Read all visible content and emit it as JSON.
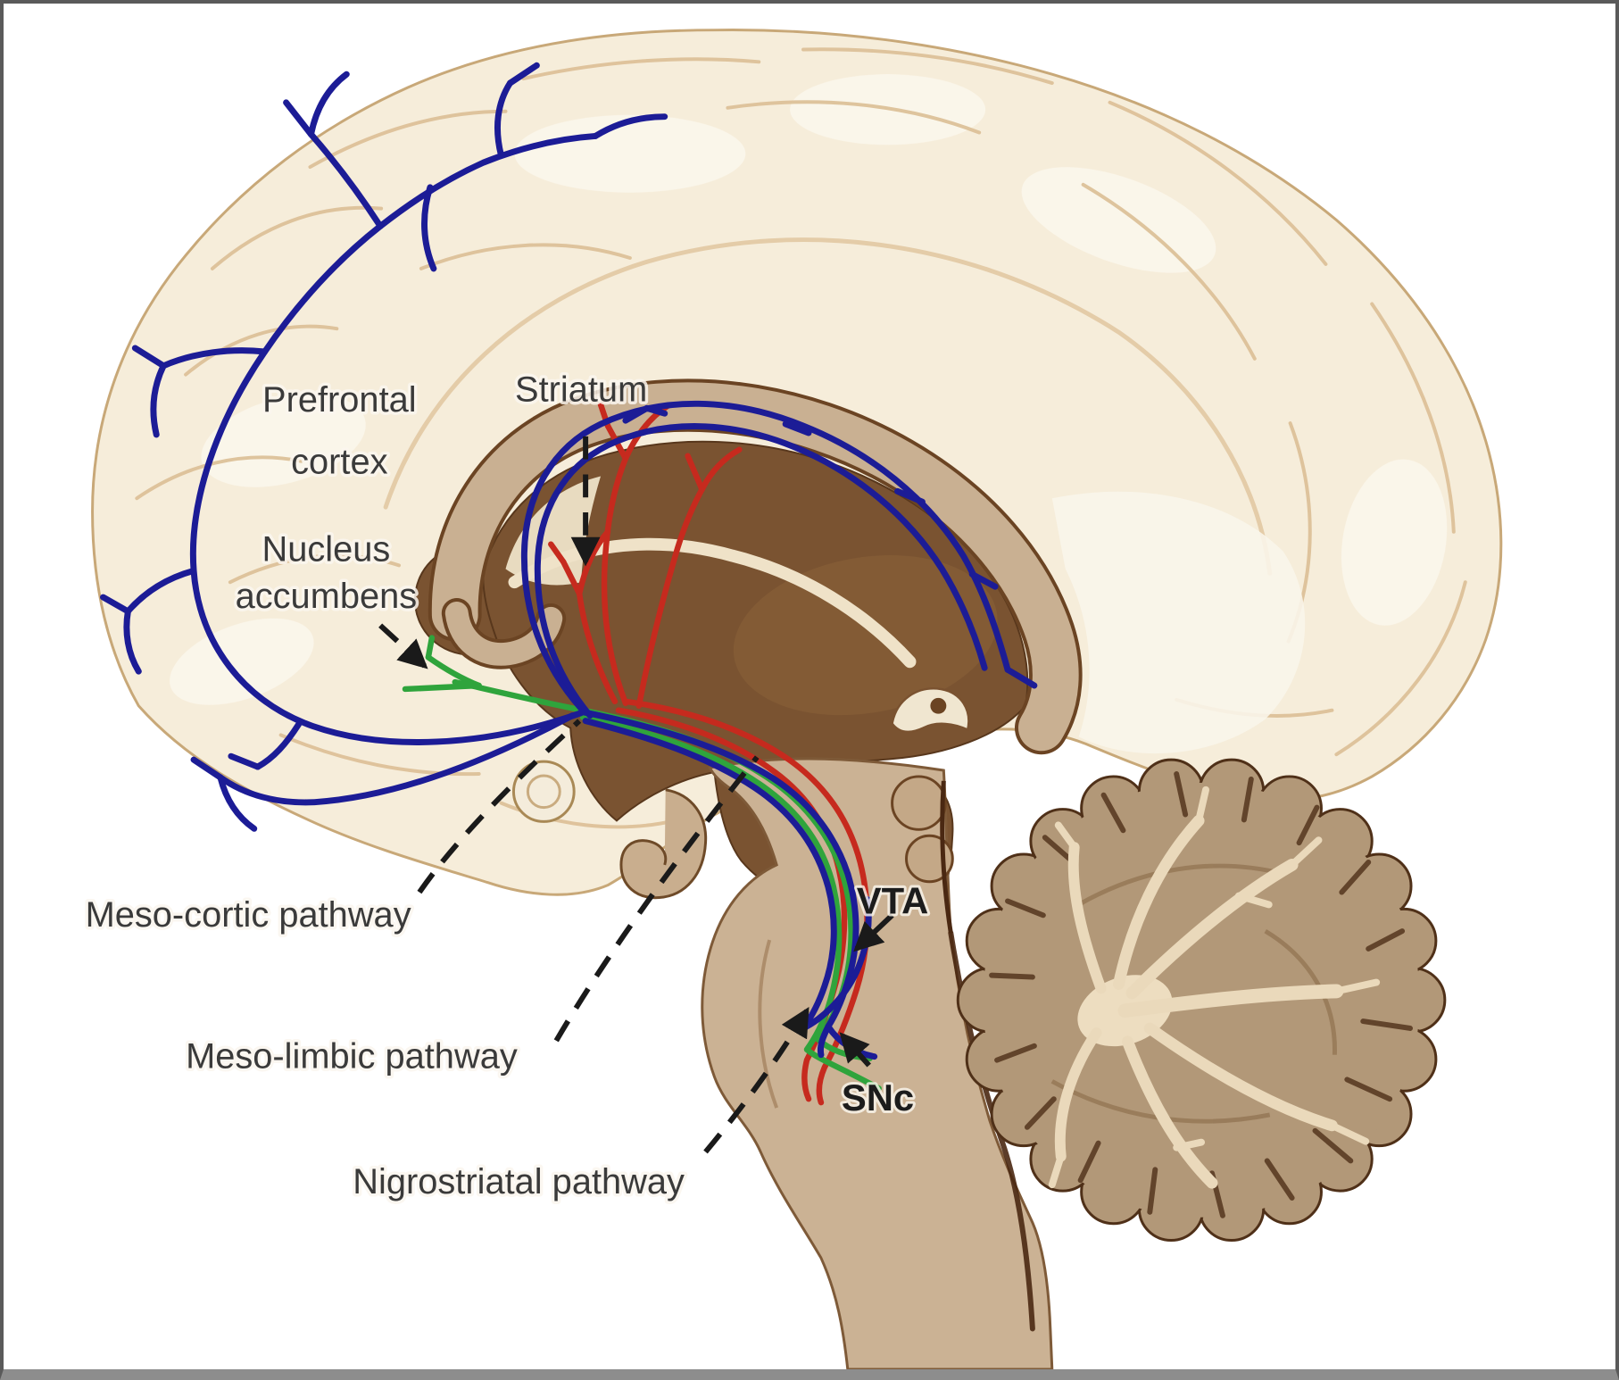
{
  "figure": {
    "regions": {
      "prefrontal_cortex": {
        "line1": "Prefrontal",
        "line2": "cortex"
      },
      "striatum": {
        "label": "Striatum"
      },
      "nucleus_accumbens": {
        "line1": "Nucleus",
        "line2": "accumbens"
      },
      "vta": {
        "label": "VTA"
      },
      "snc": {
        "label": "SNc"
      }
    },
    "pathways": {
      "meso_cortic": {
        "label": "Meso-cortic pathway",
        "color": "#1c1c96"
      },
      "meso_limbic": {
        "label": "Meso-limbic pathway",
        "color": "#2fa43c"
      },
      "nigrostriatal": {
        "label": "Nigrostriatal pathway",
        "color": "#c62a1e"
      }
    },
    "palette": {
      "background": "#ffffff",
      "frame": "#5a5a5a",
      "cortex": "#f6edda",
      "cortex_outline": "#c8a878",
      "sulci": "#ddc199",
      "corpus_callosum": "#c9b092",
      "corpus_callosum_outline": "#6b4423",
      "deep_nuclei": "#7a5331",
      "brainstem": "#cbb294",
      "brainstem_outline": "#7e5a38",
      "cerebellum": "#b29878",
      "cerebellum_outline": "#4f3018",
      "arbor_vitae": "#ead9bb",
      "annotation": "#1a1a1a"
    }
  }
}
